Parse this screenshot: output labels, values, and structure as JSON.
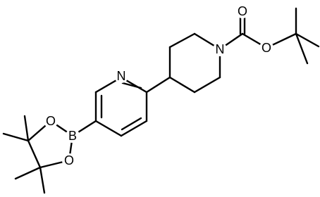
{
  "molecule": {
    "atom_labels": {
      "N_pyridine": "N",
      "N_piperidine": "N",
      "O_carbonyl": "O",
      "O_ester": "O",
      "B": "B",
      "O_pinacol_upper": "O",
      "O_pinacol_lower": "O"
    },
    "colors": {
      "bond": "#000000",
      "text": "#000000",
      "background": "#ffffff"
    }
  }
}
